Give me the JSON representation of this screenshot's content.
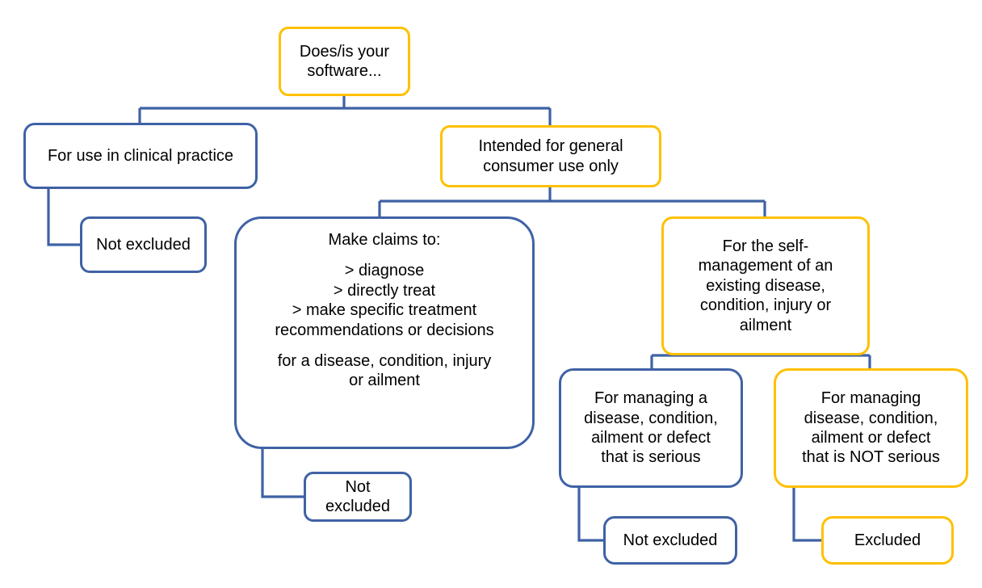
{
  "diagram": {
    "title": "Does/is your software... exclusion decision tree",
    "colors": {
      "blue": "#3F62A5",
      "orange": "#FFC000",
      "background": "#FFFFFF",
      "text": "#000000"
    },
    "nodes": {
      "root": {
        "lines": [
          "Does/is your",
          "software..."
        ],
        "accent": "#FFC000"
      },
      "clinical_practice": {
        "lines": [
          "For use in clinical practice"
        ],
        "accent": "#3F62A5"
      },
      "consumer_use": {
        "lines": [
          "Intended for general",
          "consumer use only"
        ],
        "accent": "#FFC000"
      },
      "not_excluded_clinical": {
        "lines": [
          "Not excluded"
        ],
        "accent": "#3F62A5"
      },
      "make_claims": {
        "title": "Make claims to:",
        "bullets": [
          "> diagnose",
          "> directly treat",
          "> make specific treatment",
          "recommendations or decisions"
        ],
        "tail": [
          "for a disease, condition, injury",
          "or ailment"
        ],
        "accent": "#3F62A5"
      },
      "self_management": {
        "lines": [
          "For the self-",
          "management of an",
          "existing disease,",
          "condition, injury or",
          "ailment"
        ],
        "accent": "#FFC000"
      },
      "managing_serious": {
        "lines": [
          "For managing a",
          "disease, condition,",
          "ailment or defect",
          "that is serious"
        ],
        "accent": "#3F62A5"
      },
      "managing_not_serious": {
        "lines": [
          "For managing",
          "disease, condition,",
          "ailment or defect",
          "that is NOT serious"
        ],
        "accent": "#FFC000"
      },
      "not_excluded_claims": {
        "lines": [
          "Not",
          "excluded"
        ],
        "accent": "#3F62A5"
      },
      "not_excluded_serious": {
        "lines": [
          "Not excluded"
        ],
        "accent": "#3F62A5"
      },
      "excluded": {
        "lines": [
          "Excluded"
        ],
        "accent": "#FFC000"
      }
    }
  }
}
